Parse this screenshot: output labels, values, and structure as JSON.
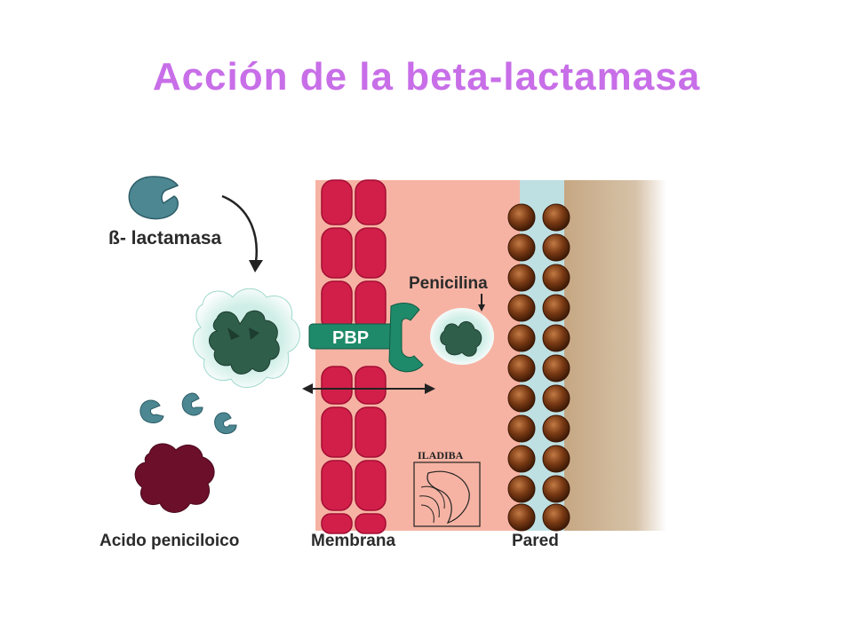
{
  "title": "Acción de la beta-lactamasa",
  "colors": {
    "title": "#c86ee8",
    "membrane_bg": "#f6b3a3",
    "membrane_cell": "#d21f4a",
    "pared_band": "#bfe0e2",
    "pared_outer": "#c9ad8d",
    "bead": "#7a3a14",
    "enzyme_dark": "#2f5e4a",
    "enzyme_halo": "#cfeee7",
    "pbp": "#1f8a6a",
    "small_shapes": "#4c8792",
    "acid": "#6b0f2b"
  },
  "labels": {
    "lactamase": "ß- lactamasa",
    "penicilina": "Penicilina",
    "pbp": "PBP",
    "logo": "ILADIBA",
    "acid": "Acido peniciloico",
    "membrane": "Membrana",
    "pared": "Pared"
  },
  "icons": {
    "enzyme": "lactamase-enzyme-icon",
    "acid": "penicilloic-acid-blob",
    "penicillin": "penicillin-molecule-icon",
    "logo_map": "latin-america-map-icon"
  }
}
